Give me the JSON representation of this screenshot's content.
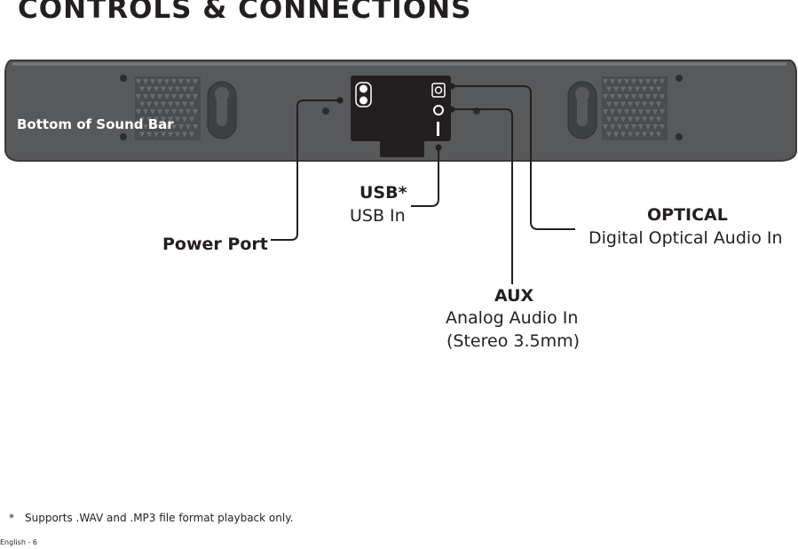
{
  "page_title": "CONTROLS & CONNECTIONS",
  "bar_label": "Bottom of Sound Bar",
  "callouts": {
    "usb": {
      "name": "USB*",
      "description": "USB In"
    },
    "power": {
      "name": "Power Port"
    },
    "optical": {
      "name": "OPTICAL",
      "description": "Digital Optical Audio In"
    },
    "aux": {
      "name": "AUX",
      "description_line1": "Analog Audio In",
      "description_line2": "(Stereo 3.5mm)"
    }
  },
  "footnote": {
    "marker": "*",
    "text": "Supports .WAV and .MP3 file format playback only."
  },
  "page_number": "English - 6",
  "colors": {
    "bar": "#58595b",
    "bar_edge": "#3a3a3c",
    "panel": "#231f20",
    "leader": "#231f20"
  }
}
